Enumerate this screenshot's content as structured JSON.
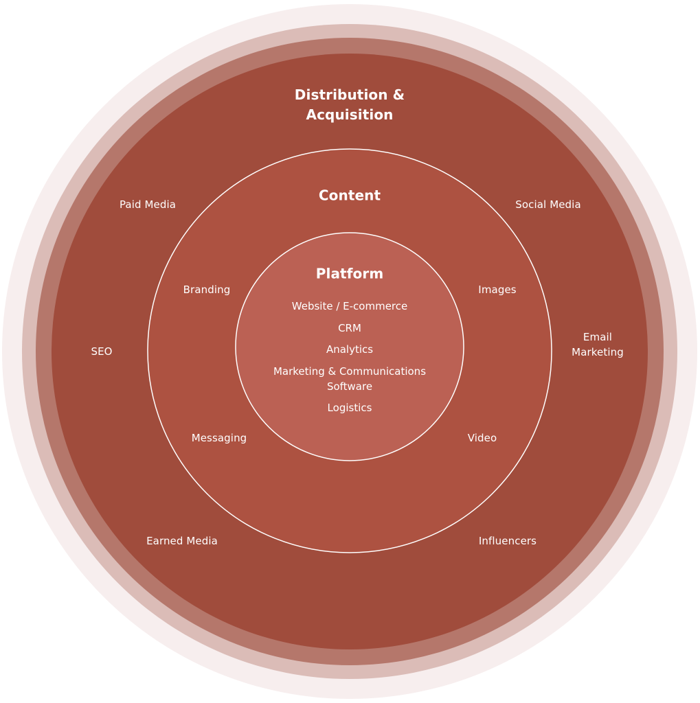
{
  "colors": {
    "outer_halo": "#f7eeee",
    "halo_2": "#dbbcb7",
    "halo_3": "#b5776b",
    "distribution_ring": "#a04c3c",
    "content_ring": "#ad5241",
    "platform_core": "#bb6154",
    "ring_outline": "#ffffff",
    "text": "#ffffff"
  },
  "distribution": {
    "title": "Distribution & Acquisition",
    "title_line1": "Distribution &",
    "title_line2": "Acquisition",
    "items": [
      "Paid Media",
      "Social Media",
      "SEO",
      "Email Marketing",
      "Earned Media",
      "Influencers"
    ],
    "email_line1": "Email",
    "email_line2": "Marketing"
  },
  "content": {
    "title": "Content",
    "items": [
      "Branding",
      "Images",
      "Messaging",
      "Video"
    ]
  },
  "platform": {
    "title": "Platform",
    "items": [
      "Website / E-commerce",
      "CRM",
      "Analytics",
      "Marketing & Communications Software",
      "Logistics"
    ]
  }
}
